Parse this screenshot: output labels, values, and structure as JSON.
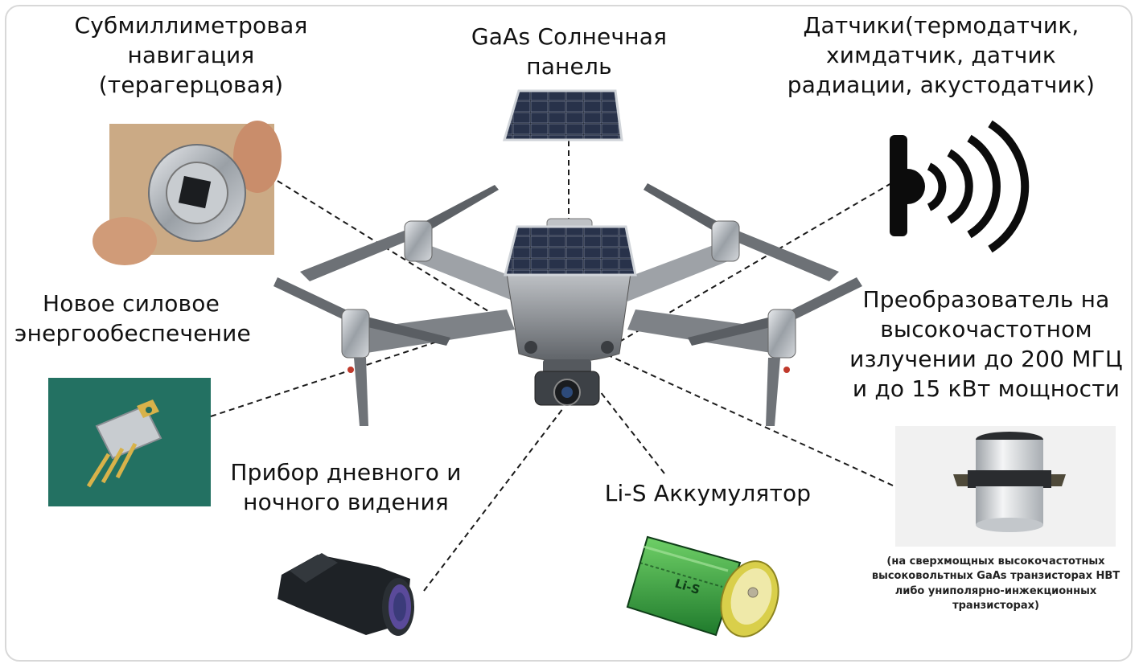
{
  "labels": {
    "submm_nav": "Субмиллиметровая\nнавигация\n(терагерцовая)",
    "solar_panel": "GaAs Солнечная\nпанель",
    "sensors": "Датчики(термодатчик,\nхимдатчик, датчик\nрадиации, акустодатчик)",
    "power": "Новое силовое\nэнергообеспечение",
    "converter": "Преобразователь на\nвысокочастотном\nизлучении до 200 МГЦ\nи до 15 кВт мощности",
    "night_vision": "Прибор дневного и\nночного видения",
    "battery": "Li-S Аккумулятор",
    "converter_note": "(на сверхмощных высокочастотных\nвысоковольтных GaAs транзисторах НВТ\nлибо униполярно-инжекционных\nтранзисторах)"
  },
  "battery_print": "Li-S",
  "icons": [
    "terahertz-module-photo-icon",
    "solar-panel-icon",
    "sensor-waves-icon",
    "power-transistor-photo-icon",
    "ultrasonic-transducer-photo-icon",
    "night-vision-monocular-icon",
    "li-s-battery-icon",
    "drone-icon"
  ],
  "colors": {
    "text": "#111111",
    "leader": "#1a1a1a",
    "drone_body": "#8e9297",
    "solar_cell": "#1d2433",
    "power_bg": "#1f6b5c",
    "battery_green": "#3aa640",
    "battery_gold": "#d9cf4a"
  }
}
